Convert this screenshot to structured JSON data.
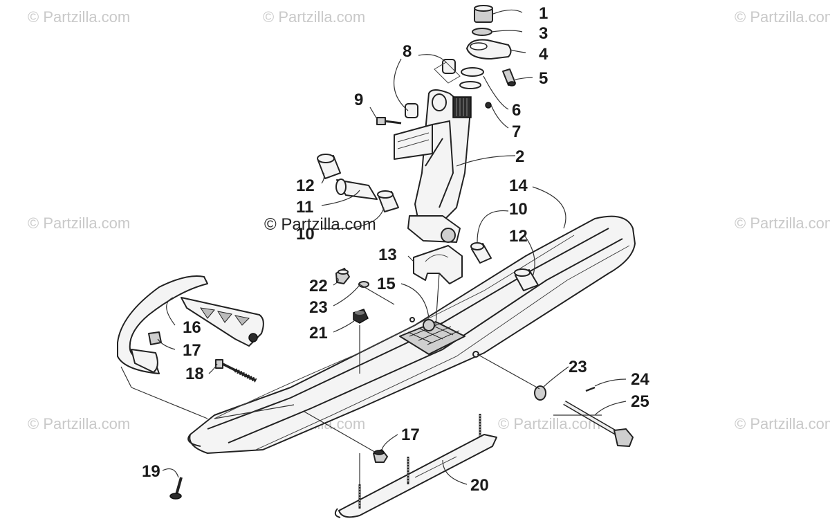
{
  "watermarks": [
    "© Partzilla.com",
    "© Partzilla.com",
    "© Partzilla.com",
    "© Partzilla.com",
    "© Partzilla.com",
    "© Partzilla.com",
    "© Partzilla.com",
    "© Partzilla.com",
    "© Partzilla.com"
  ],
  "center_watermark": "© Partzilla.com",
  "callouts": {
    "c1": "1",
    "c3": "3",
    "c4": "4",
    "c5": "5",
    "c6": "6",
    "c7": "7",
    "c8": "8",
    "c9": "9",
    "c2": "2",
    "c14": "14",
    "c12a": "12",
    "c11": "11",
    "c10a": "10",
    "c10b": "10",
    "c12b": "12",
    "c13": "13",
    "c22": "22",
    "c15": "15",
    "c23a": "23",
    "c21": "21",
    "c16": "16",
    "c17a": "17",
    "c18": "18",
    "c23b": "23",
    "c24": "24",
    "c25": "25",
    "c17b": "17",
    "c19": "19",
    "c20": "20"
  }
}
